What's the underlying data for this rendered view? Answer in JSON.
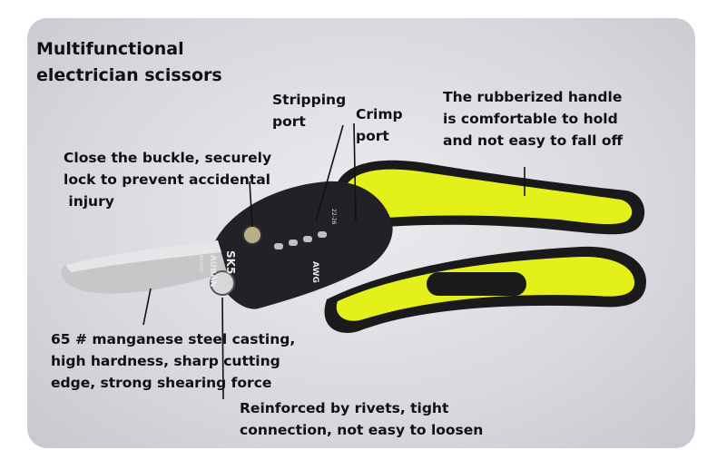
{
  "title": {
    "line1": "Multifunctional",
    "line2": "electrician scissors"
  },
  "callouts": {
    "stripping": {
      "line1": "Stripping",
      "line2": "port"
    },
    "crimp": {
      "line1": "Crimp",
      "line2": "port"
    },
    "handle": {
      "line1": "The rubberized handle",
      "line2": "is comfortable to hold",
      "line3": "and not easy to fall off"
    },
    "buckle": {
      "line1": "Close the buckle, securely",
      "line2": "lock to prevent accidental",
      "line3": " injury"
    },
    "steel": {
      "line1": "65 # manganese steel casting,",
      "line2": "high hardness, sharp cutting",
      "line3": "edge, strong shearing force"
    },
    "rivet": {
      "line1": "Reinforced by rivets, tight",
      "line2": "connection, not easy to loosen"
    }
  },
  "tool_markings": {
    "brand": "AUBAN",
    "model": "SK5",
    "code": "A10002",
    "blade_mark": "AWG",
    "crimp_marks": "22-26"
  },
  "colors": {
    "background": "#d9d8de",
    "handle_yellow": "#e3f01a",
    "handle_black": "#1a1a1a",
    "blade_steel": "#c7c7c9",
    "jaw_dark": "#222226",
    "callout_line": "#111111"
  }
}
